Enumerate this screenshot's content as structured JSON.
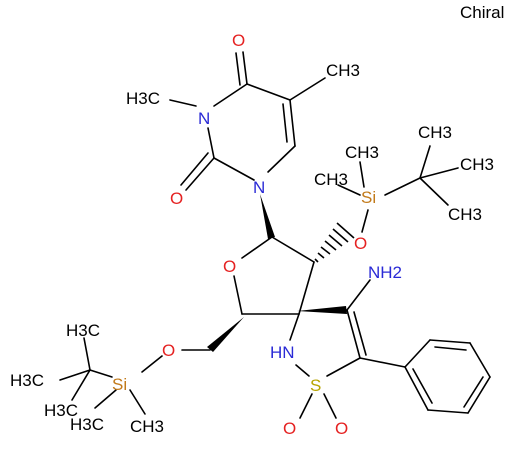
{
  "header": {
    "stereo_flag": "Chiral"
  },
  "colors": {
    "carbon": "#000000",
    "nitrogen": "#2a2ad6",
    "oxygen": "#e52222",
    "silicon": "#c27a1a",
    "sulfur": "#b7a400"
  },
  "atoms": {
    "o_top": "O",
    "ch3_ring": "CH3",
    "ch3_n": "H3C",
    "n3": "N",
    "o_c2": "O",
    "n1": "N",
    "si_upper": "Si",
    "o_si_upper": "O",
    "tbu_upper_ch3_a": "CH3",
    "tbu_upper_ch3_b": "CH3",
    "tbu_upper_ch3_c": "CH3",
    "si_upper_me_a": "CH3",
    "si_upper_me_b": "CH3",
    "o_ring": "O",
    "nh2": "NH2",
    "nh": "HN",
    "s": "S",
    "o_s_a": "O",
    "o_s_b": "O",
    "o_ch2": "O",
    "si_lower": "Si",
    "tbu_lower_ch3_a": "H3C",
    "tbu_lower_ch3_b": "H3C",
    "tbu_lower_ch3_c": "H3C",
    "si_lower_me_a": "H3C",
    "si_lower_me_b": "CH3"
  }
}
